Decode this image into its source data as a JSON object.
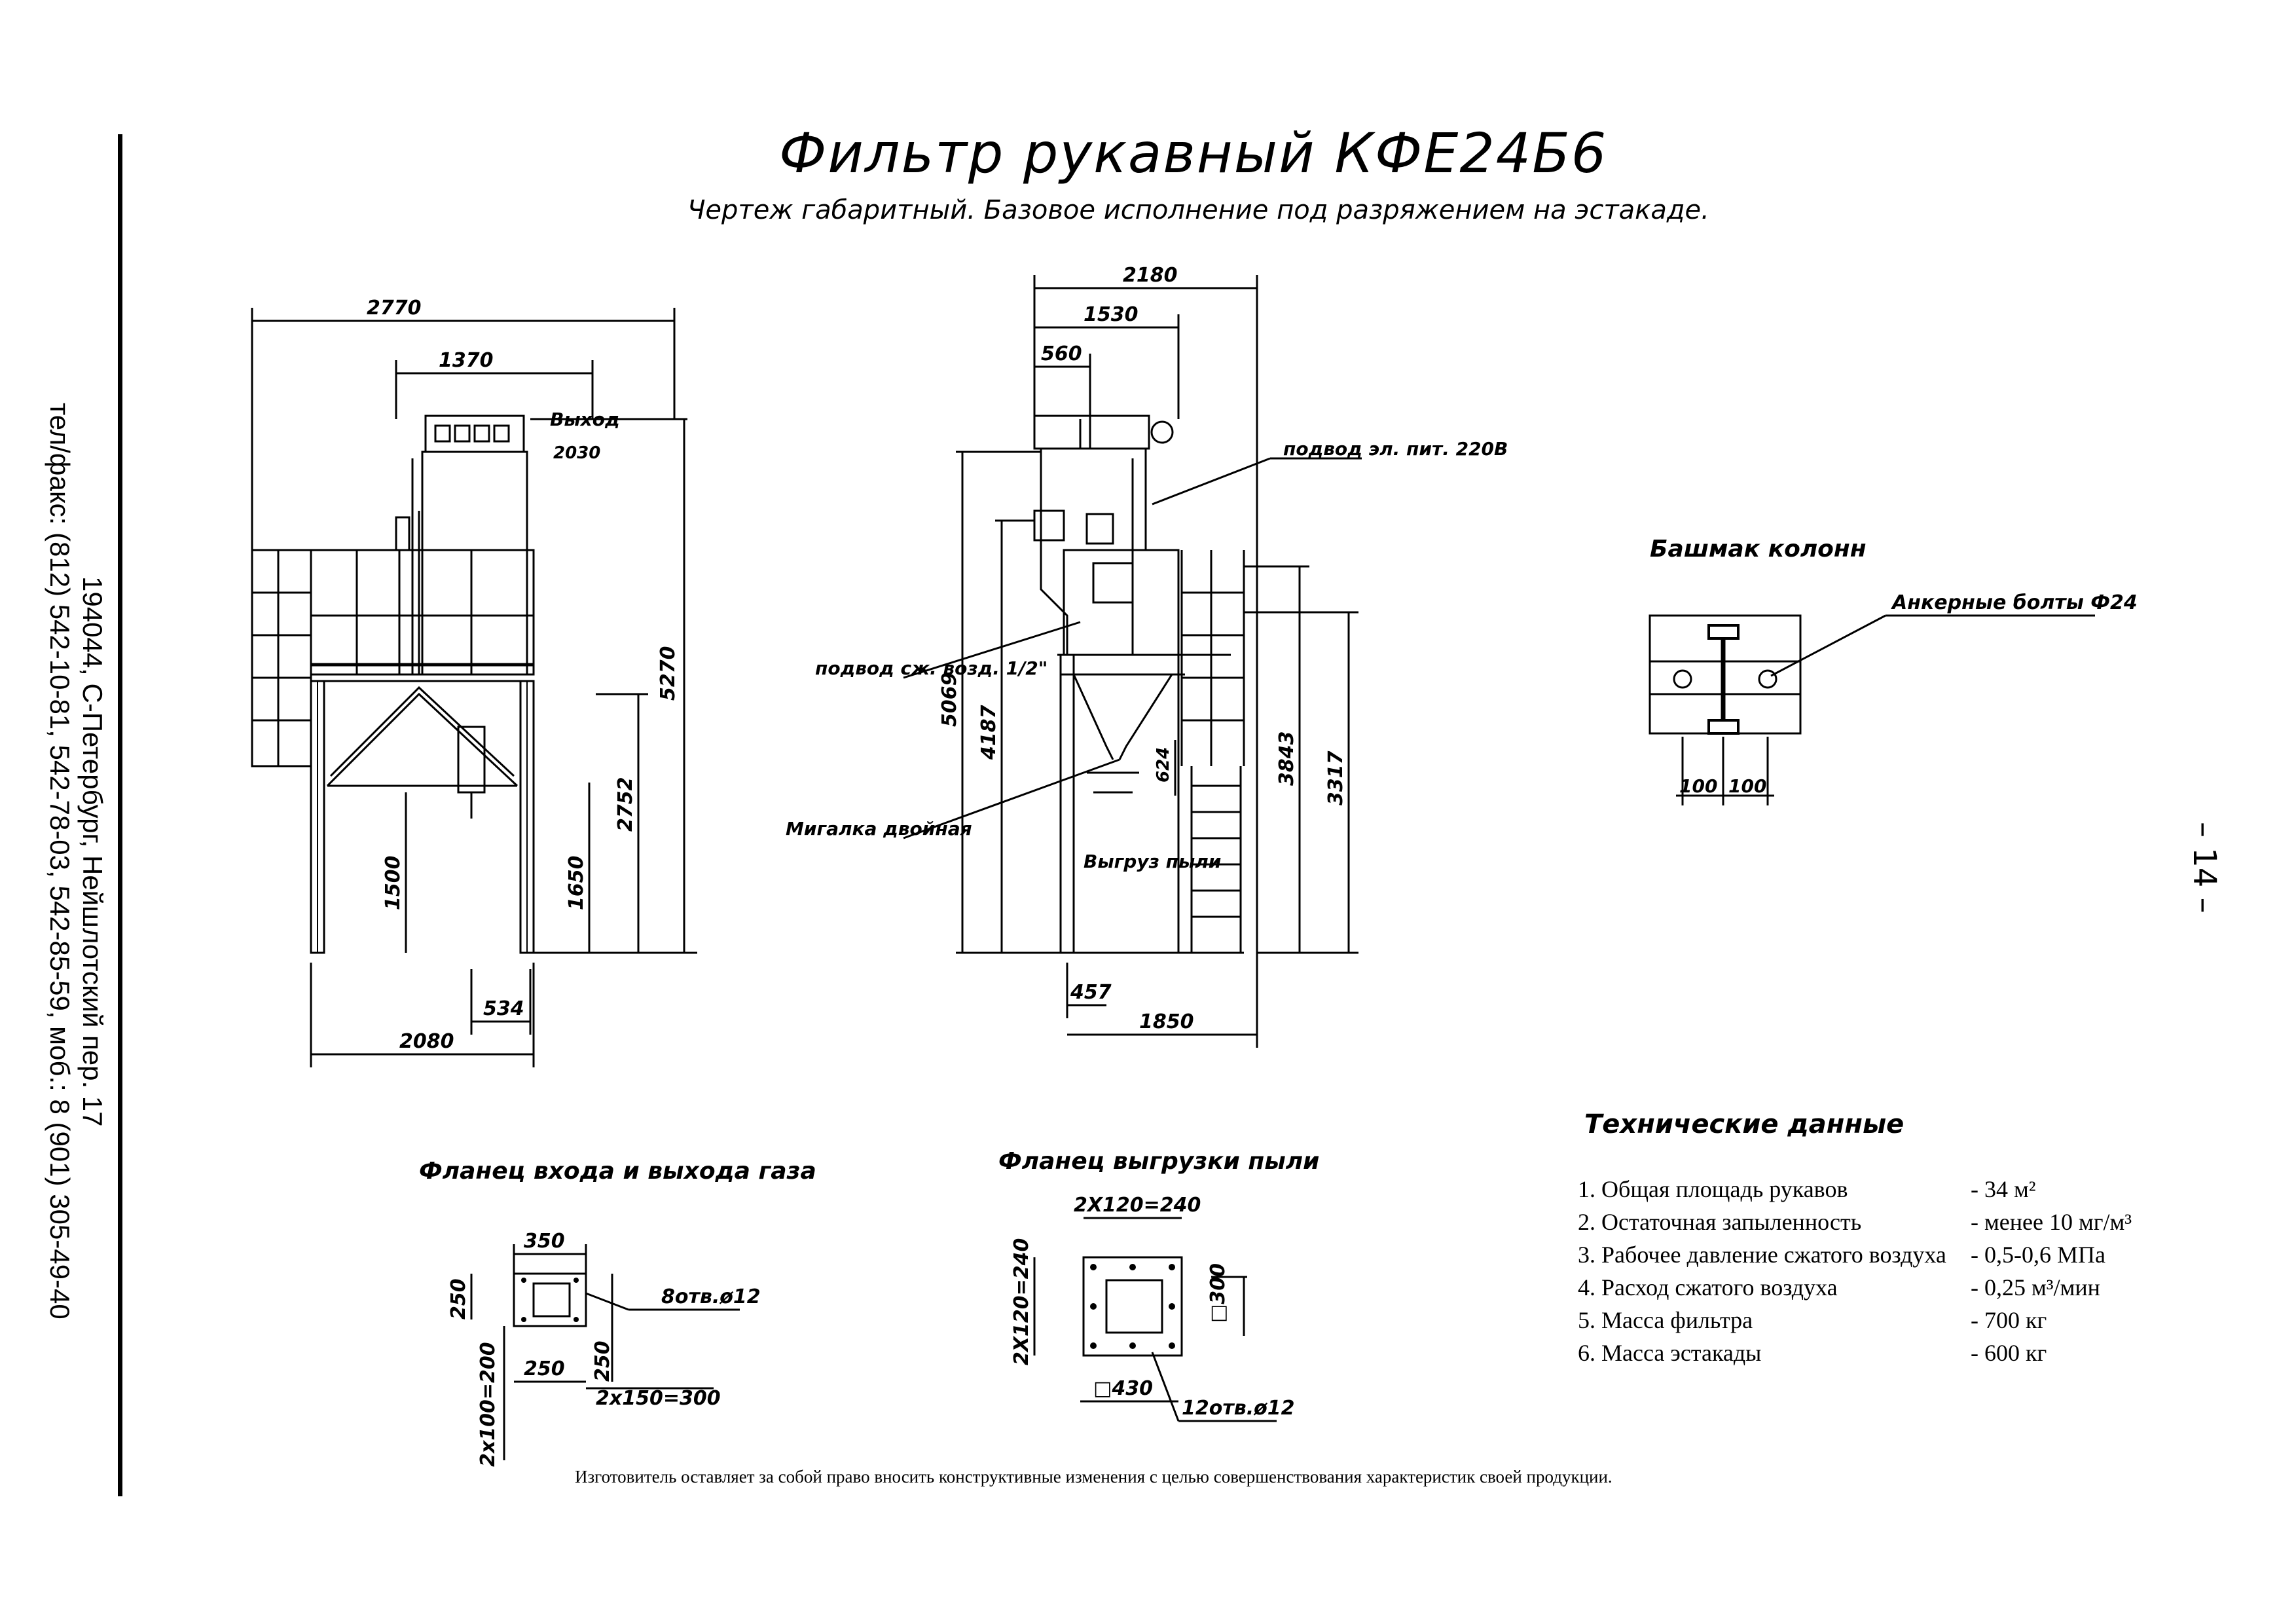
{
  "header": {
    "title": "Фильтр рукавный КФЕ24Б6",
    "subtitle": "Чертеж габаритный. Базовое исполнение под разряжением на эстакаде."
  },
  "contact": {
    "address": "194044, С-Петербург, Нейшлотский пер. 17",
    "phones": "тел/факс: (812) 542-10-81, 542-78-03, 542-85-59, моб.: 8 (901) 305-49-40"
  },
  "page_number": "– 14 –",
  "front_view": {
    "dims": [
      "2770",
      "1370",
      "5270",
      "2752",
      "1650",
      "1500",
      "534",
      "2080"
    ],
    "label_outlet": "Выход",
    "label_outlet_height": "2030"
  },
  "side_view": {
    "dims": [
      "2180",
      "1530",
      "560",
      "5069",
      "4187",
      "3843",
      "3317",
      "624",
      "457",
      "1850"
    ],
    "label_power": "подвод эл. пит. 220В",
    "label_air": "подвод сж. возд. 1/2\"",
    "label_valve": "Мигалка двойная",
    "label_dust": "Выгруз пыли"
  },
  "column_shoe": {
    "title": "Башмак колонн",
    "bolts": "Анкерные болты Ф24",
    "dims": [
      "100",
      "100"
    ]
  },
  "gas_flange": {
    "title": "Фланец входа и выхода газа",
    "dims": [
      "350",
      "250",
      "250",
      "250",
      "2x100=200",
      "2x150=300"
    ],
    "holes": "8отв.ø12"
  },
  "dust_flange": {
    "title": "Фланец выгрузки пыли",
    "dims": [
      "2X120=240",
      "2X120=240",
      "□300",
      "□430"
    ],
    "holes": "12отв.ø12"
  },
  "tech": {
    "title": "Технические данные",
    "items": [
      {
        "k": "1. Общая площадь рукавов",
        "v": "- 34 м²"
      },
      {
        "k": "2. Остаточная запыленность",
        "v": "- менее 10 мг/м³"
      },
      {
        "k": "3. Рабочее давление сжатого воздуха",
        "v": "- 0,5-0,6 МПа"
      },
      {
        "k": "4. Расход сжатого воздуха",
        "v": "- 0,25 м³/мин"
      },
      {
        "k": "5. Масса фильтра",
        "v": "- 700 кг"
      },
      {
        "k": "6. Масса эстакады",
        "v": "- 600 кг"
      }
    ]
  },
  "footer": "Изготовитель оставляет за собой право вносить конструктивные изменения с целью совершенствования характеристик своей продукции."
}
